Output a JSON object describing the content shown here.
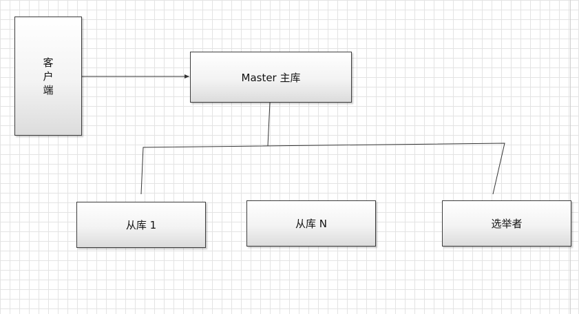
{
  "nodes": {
    "client": {
      "label": "客户端"
    },
    "master": {
      "label": "Master 主库"
    },
    "slave_1": {
      "label": "从库 1"
    },
    "slave_n": {
      "label": "从库 N"
    },
    "elector": {
      "label": "选举者"
    }
  },
  "edges": [
    {
      "from": "client",
      "to": "master",
      "style": "arrow"
    },
    {
      "from": "master",
      "to": "bus",
      "style": "line"
    },
    {
      "from": "bus",
      "to": "slave_1",
      "style": "line"
    },
    {
      "from": "bus",
      "to": "elector",
      "style": "line"
    }
  ],
  "colors": {
    "grid": "#e3e3e3",
    "border": "#3a3a3a",
    "line": "#333333"
  }
}
